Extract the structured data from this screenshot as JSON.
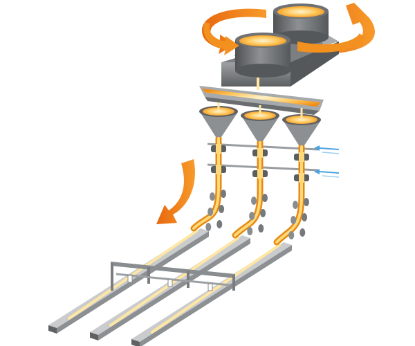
{
  "diagram": {
    "kind": "continuous-casting-process",
    "ladles": 2,
    "strands": 3,
    "turret_rotation": "rotating-ladle-turret",
    "flow_direction": "down-arrow",
    "cooling": "water-spray-arrows",
    "colors": {
      "molten_steel": "#f7a21b",
      "molten_glow": "#ffe7a3",
      "arrow_orange": "#f07b12",
      "steel_dark": "#5f6163",
      "steel_mid": "#8d9093",
      "steel_light": "#c9cbcd",
      "spray_blue": "#4aa3df"
    }
  }
}
